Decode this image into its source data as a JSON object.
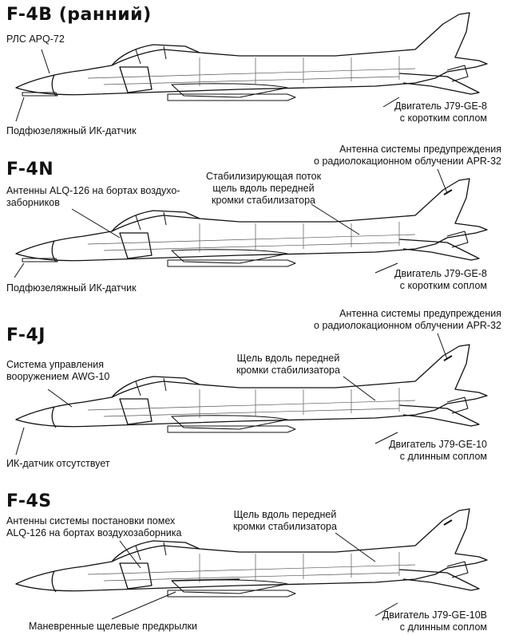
{
  "variants": [
    {
      "title": "F-4B (ранний)",
      "labels": {
        "radar": [
          "РЛС APQ-72"
        ],
        "ir": [
          "Подфюзеляжный ИК-датчик"
        ],
        "engine": [
          "Двигатель J79-GE-8",
          "с коротким соплом"
        ]
      }
    },
    {
      "title": "F-4N",
      "labels": {
        "rwr": [
          "Антенна системы предупреждения",
          "о радиолокационном облучении APR-32"
        ],
        "slot": [
          "Стабилизирующая поток",
          "щель вдоль передней",
          "кромки стабилизатора"
        ],
        "alq": [
          "Антенны ALQ-126 на бортах воздухо-",
          "заборников"
        ],
        "ir": [
          "Подфюзеляжный ИК-датчик"
        ],
        "engine": [
          "Двигатель J79-GE-8",
          "с коротким соплом"
        ]
      }
    },
    {
      "title": "F-4J",
      "labels": {
        "rwr": [
          "Антенна системы предупреждения",
          "о радиолокационном облучении APR-32"
        ],
        "awg": [
          "Система управления",
          "вооружением AWG-10"
        ],
        "slot": [
          "Щель вдоль передней",
          "кромки стабилизатора"
        ],
        "ir": [
          "ИК-датчик отсутствует"
        ],
        "engine": [
          "Двигатель J79-GE-10",
          "с длинным соплом"
        ]
      }
    },
    {
      "title": "F-4S",
      "labels": {
        "alq": [
          "Антенны системы постановки помех",
          "ALQ-126 на бортах воздухозаборника"
        ],
        "slot": [
          "Щель вдоль передней",
          "кромки стабилизатора"
        ],
        "slats": [
          "Маневренные щелевые предкрылки"
        ],
        "engine": [
          "Двигатель J79-GE-10B",
          "с длинным соплом"
        ]
      }
    }
  ]
}
